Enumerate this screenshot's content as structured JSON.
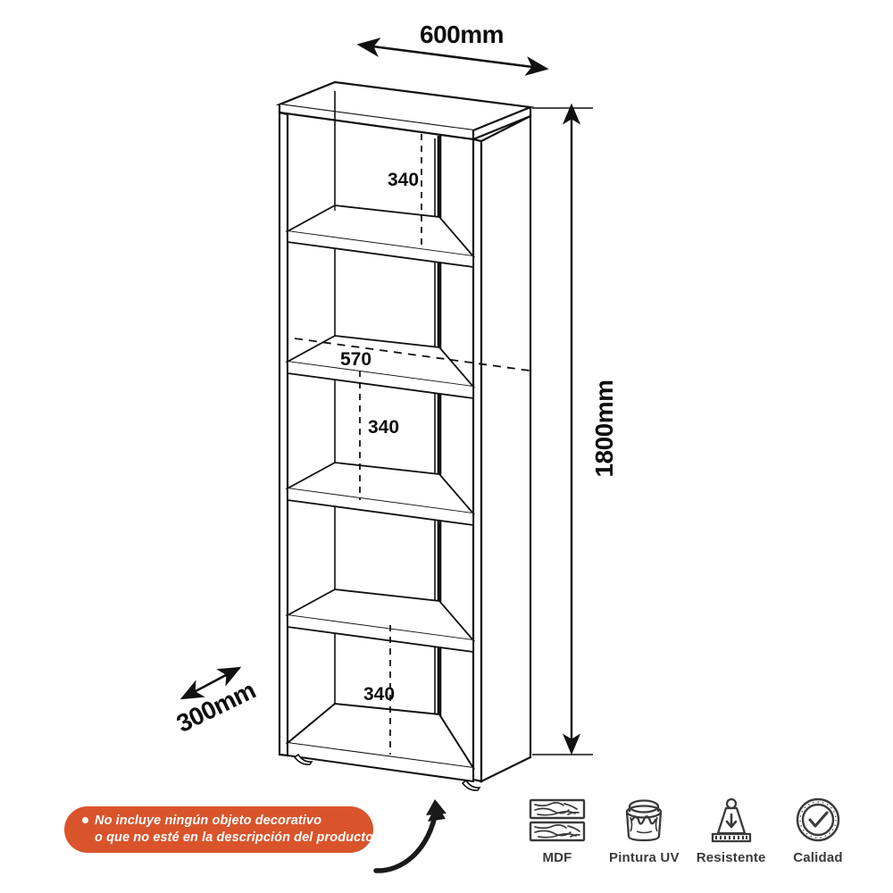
{
  "diagram": {
    "type": "product-dimension-drawing",
    "product": "bookcase-5-shelf",
    "dimensions": {
      "width": {
        "label": "600mm",
        "value": 600,
        "unit": "mm",
        "axis": "width"
      },
      "height": {
        "label": "1800mm",
        "value": 1800,
        "unit": "mm",
        "axis": "height"
      },
      "depth": {
        "label": "300mm",
        "value": 300,
        "unit": "mm",
        "axis": "depth"
      }
    },
    "internal_dimensions": [
      {
        "label": "340",
        "value": 340,
        "position": "compartment-top"
      },
      {
        "label": "570",
        "value": 570,
        "position": "shelf-width-middle"
      },
      {
        "label": "340",
        "value": 340,
        "position": "compartment-middle"
      },
      {
        "label": "340",
        "value": 340,
        "position": "compartment-bottom"
      }
    ]
  },
  "notice": {
    "line1": "No incluye ningún objeto decorativo",
    "line2": "o que no esté en la descripción del producto.",
    "bullet": "●",
    "color": "#d9542b"
  },
  "features": [
    {
      "icon": "wood-planks-icon",
      "label": "MDF"
    },
    {
      "icon": "paint-bucket-icon",
      "label": "Pintura UV"
    },
    {
      "icon": "weight-load-icon",
      "label": "Resistente"
    },
    {
      "icon": "check-badge-icon",
      "label": "Calidad"
    }
  ],
  "colors": {
    "line": "#111111",
    "accent": "#d9542b",
    "icon": "#3b3b3b",
    "background": "#ffffff"
  }
}
